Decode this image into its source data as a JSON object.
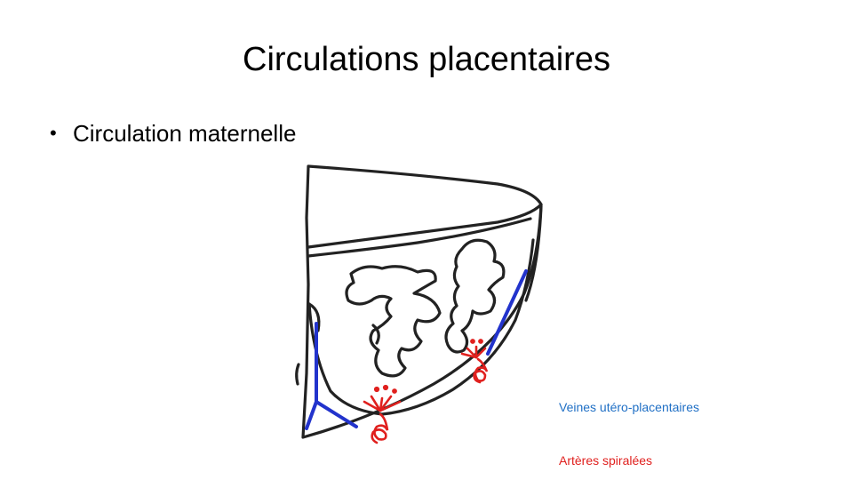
{
  "slide": {
    "title": "Circulations placentaires",
    "bullets": [
      {
        "text": "Circulation maternelle"
      }
    ],
    "bullet_glyph": "•"
  },
  "legend": {
    "veins": {
      "label": "Veines utéro-placentaires",
      "color": "#1f6fc5"
    },
    "arteries": {
      "label": "Artères spiralées",
      "color": "#e0201e"
    }
  },
  "diagram": {
    "outline_color": "#222222",
    "vein_color": "#2233cc",
    "artery_color": "#e0201e"
  }
}
